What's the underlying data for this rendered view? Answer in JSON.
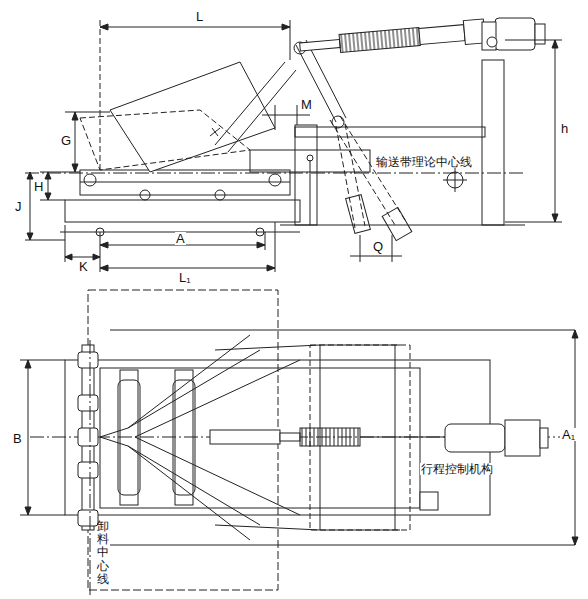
{
  "diagram": {
    "labels": [
      "L",
      "M",
      "G",
      "h",
      "输送带理论中心线",
      "H",
      "J",
      "K",
      "A",
      "Q",
      "L₁",
      "B",
      "A₁",
      "行程控制机构",
      "卸料中心线"
    ]
  }
}
